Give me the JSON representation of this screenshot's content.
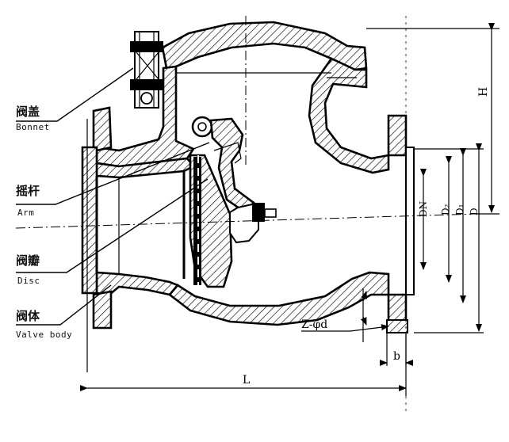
{
  "labels": {
    "bonnet_zh": "阀盖",
    "bonnet_en": "Bonnet",
    "arm_zh": "摇杆",
    "arm_en": "Arm",
    "disc_zh": "阀瓣",
    "disc_en": "Disc",
    "body_zh": "阀体",
    "body_en": "Valve body"
  },
  "dimensions": {
    "L": "L",
    "H": "H",
    "DN": "DN",
    "D2": "D₂",
    "D1": "D₁",
    "D": "D",
    "holes": "Z-φd",
    "b": "b"
  }
}
